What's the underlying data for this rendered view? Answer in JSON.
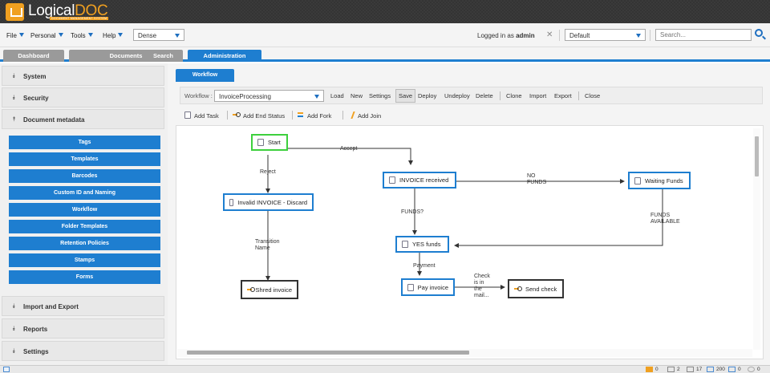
{
  "app": {
    "logo_main": "Logical",
    "logo_accent": "DOC",
    "logo_sub": "DOCUMENT MANAGEMENT SYSTEM"
  },
  "menubar": {
    "menus": [
      "File",
      "Personal",
      "Tools",
      "Help"
    ],
    "density": "Dense",
    "logged_prefix": "Logged in as",
    "user": "admin",
    "close_glyph": "✕",
    "workspace": "Default",
    "search_placeholder": "Search..."
  },
  "tabs": [
    "Dashboard",
    "Documents",
    "Search",
    "Administration"
  ],
  "sidebar": {
    "sections_top": [
      "System",
      "Security",
      "Document metadata"
    ],
    "items": [
      "Tags",
      "Templates",
      "Barcodes",
      "Custom ID and Naming",
      "Workflow",
      "Folder Templates",
      "Retention Policies",
      "Stamps",
      "Forms"
    ],
    "sections_bottom": [
      "Import and Export",
      "Reports",
      "Settings"
    ],
    "chevron_glyph": "⯯",
    "chevron_up_glyph": "⯭"
  },
  "workflow_tab": "Workflow",
  "toolbar": {
    "label": "Workflow :",
    "selected": "InvoiceProcessing",
    "buttons": [
      "Load",
      "New",
      "Settings",
      "Save",
      "Deploy",
      "Undeploy",
      "Delete",
      "Clone",
      "Import",
      "Export",
      "Close"
    ]
  },
  "toolbar2": {
    "buttons": [
      "Add Task",
      "Add End Status",
      "Add Fork",
      "Add Join"
    ]
  },
  "diagram": {
    "nodes": {
      "start": "Start",
      "invoice_received": "INVOICE received",
      "waiting_funds": "Waiting Funds",
      "invalid_invoice": "Invalid INVOICE - Discard",
      "yes_funds": "YES funds",
      "pay_invoice": "Pay invoice",
      "send_check": "Send check",
      "shred_invoice": "Shred invoice"
    },
    "transitions": {
      "accept": "Accept",
      "reject": "Reject",
      "no_funds_1": "NO",
      "no_funds_2": "FUNDS",
      "funds_q": "FUNDS?",
      "funds_available_1": "FUNDS",
      "funds_available_2": "AVAILABLE",
      "transition_name_1": "Transition",
      "transition_name_2": "Name",
      "payment": "Payment",
      "check_1": "Check",
      "check_2": "is in",
      "check_3": "the",
      "check_4": "mail..."
    }
  },
  "statusbar": {
    "counts": [
      "0",
      "2",
      "17",
      "200",
      "0",
      "0"
    ]
  },
  "colors": {
    "accent": "#1e7ed0",
    "logo": "#f0a020",
    "start_border": "#3ed03e"
  }
}
